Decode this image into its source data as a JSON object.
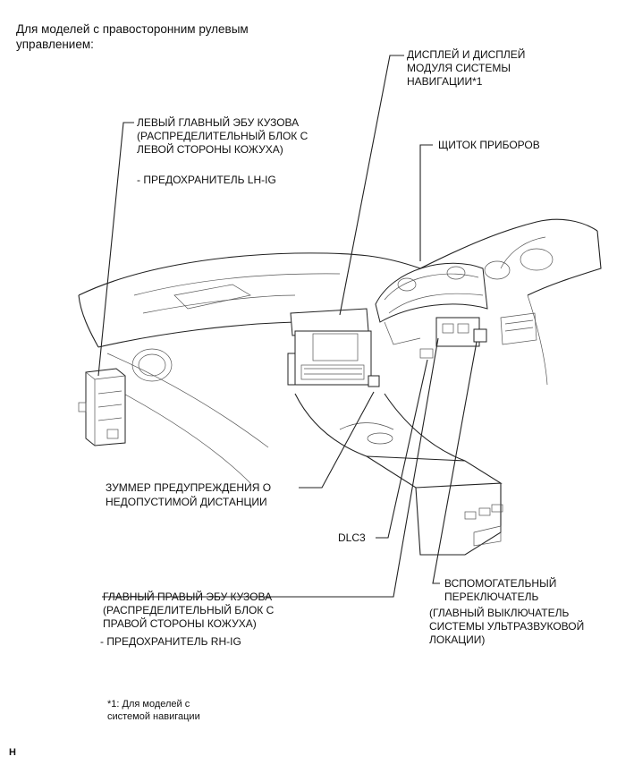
{
  "header": {
    "line1": "Для моделей с правосторонним рулевым",
    "line2": "управлением:"
  },
  "labels": {
    "display": [
      "ДИСПЛЕЙ И ДИСПЛЕЙ",
      "МОДУЛЯ СИСТЕМЫ",
      "НАВИГАЦИИ*1"
    ],
    "left_ecu": [
      "ЛЕВЫЙ ГЛАВНЫЙ ЭБУ КУЗОВА",
      "(РАСПРЕДЕЛИТЕЛЬНЫЙ БЛОК С",
      "ЛЕВОЙ СТОРОНЫ КОЖУХА)"
    ],
    "left_fuse": "- ПРЕДОХРАНИТЕЛЬ LH-IG",
    "combination_meter": "ЩИТОК ПРИБОРОВ",
    "buzzer": [
      "ЗУММЕР ПРЕДУПРЕЖДЕНИЯ О",
      "НЕДОПУСТИМОЙ ДИСТАНЦИИ"
    ],
    "dlc3": "DLC3",
    "right_ecu": [
      "ГЛАВНЫЙ ПРАВЫЙ ЭБУ КУЗОВА",
      "(РАСПРЕДЕЛИТЕЛЬНЫЙ БЛОК С",
      "ПРАВОЙ СТОРОНЫ КОЖУХА)"
    ],
    "right_fuse": "- ПРЕДОХРАНИТЕЛЬ RH-IG",
    "aux_switch": [
      "ВСПОМОГАТЕЛЬНЫЙ",
      "ПЕРЕКЛЮЧАТЕЛЬ",
      "(ГЛАВНЫЙ ВЫКЛЮЧАТЕЛЬ",
      "СИСТЕМЫ УЛЬТРАЗВУКОВОЙ",
      "ЛОКАЦИИ)"
    ]
  },
  "footnote": [
    "*1: Для моделей с",
    "системой навигации"
  ],
  "figure_code": "H"
}
